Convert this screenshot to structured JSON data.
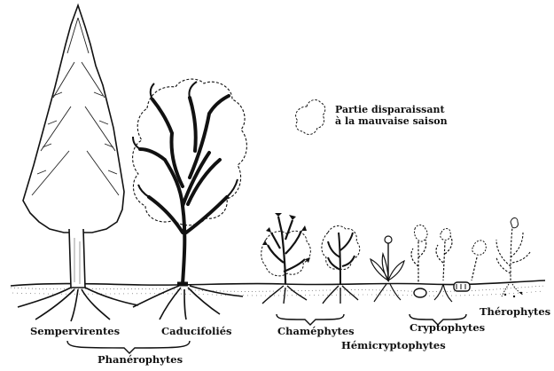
{
  "legend": {
    "line1": "Partie disparaissant",
    "line2": "à la mauvaise saison"
  },
  "labels": {
    "sempervirentes": "Sempervirentes",
    "caducifolies": "Caducifoliés",
    "phanerophytes": "Phanérophytes",
    "chamephytes": "Chaméphytes",
    "hemicryptophytes": "Hémicryptophytes",
    "cryptophytes": "Cryptophytes",
    "therophytes": "Thérophytes"
  }
}
